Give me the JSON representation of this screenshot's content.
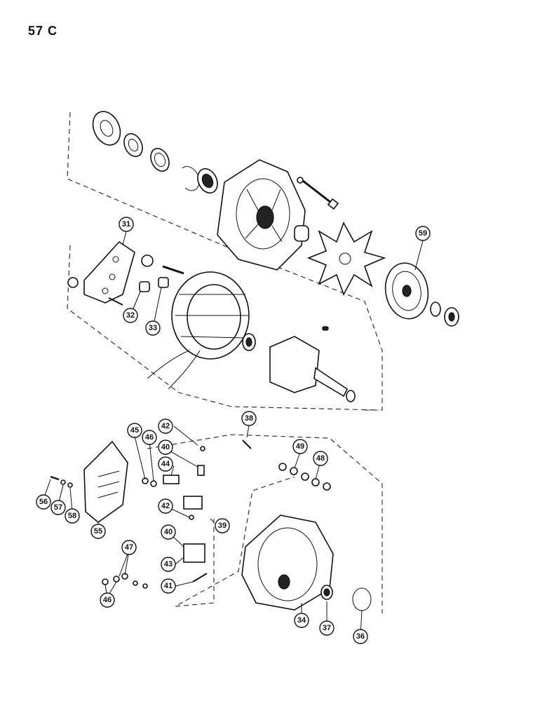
{
  "page": {
    "number": "57 C"
  },
  "callouts": {
    "c31": "31",
    "c32": "32",
    "c33": "33",
    "c34": "34",
    "c36": "36",
    "c37": "37",
    "c38": "38",
    "c39": "39",
    "c40a": "40",
    "c40b": "40",
    "c41": "41",
    "c42a": "42",
    "c42b": "42",
    "c43": "43",
    "c44": "44",
    "c45": "45",
    "c46a": "46",
    "c46b": "46",
    "c47": "47",
    "c48": "48",
    "c49": "49",
    "c55": "55",
    "c56": "56",
    "c57": "57",
    "c58": "58",
    "c59": "59"
  }
}
